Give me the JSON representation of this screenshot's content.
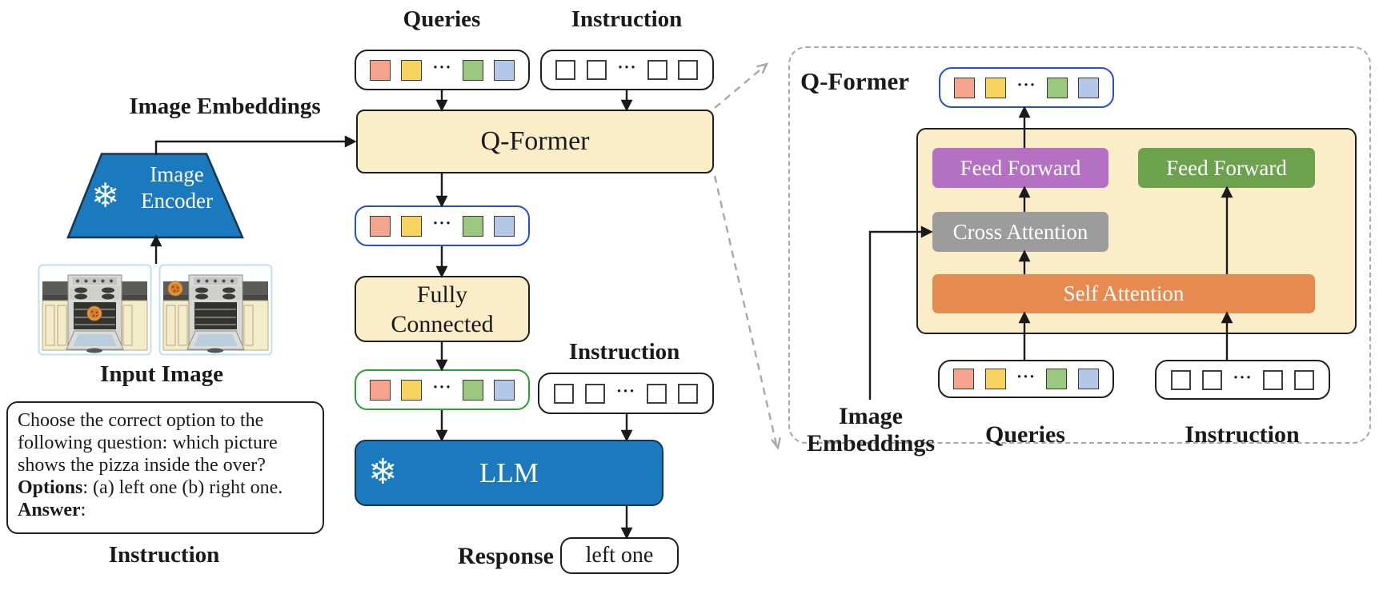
{
  "dots": "···",
  "frozen_icon": "❄",
  "colors": {
    "brand_blue": "#1b7abe",
    "beige": "#faedc8",
    "purple": "#b470c2",
    "green_block": "#6ca24d",
    "gray_block": "#9c9c9c",
    "orange_block": "#e68a50",
    "token_salmon": "#f6a38d",
    "token_yellow": "#f7d35f",
    "token_green": "#9bc87f",
    "token_blue": "#b3c8e8",
    "outline_blue": "#2451d4",
    "outline_green": "#2f9e33",
    "dash_gray": "#a8a8a8"
  },
  "left": {
    "image_embeddings_label": "Image Embeddings",
    "encoder": {
      "line1": "Image",
      "line2": "Encoder"
    },
    "input_image_label": "Input Image",
    "instruction_box": {
      "line1": "Choose the correct option to the",
      "line2": "following question: which picture",
      "line3": "shows the pizza inside the over?",
      "options_bold": "Options",
      "options_rest": ": (a) left one (b) right one.",
      "answer_bold": "Answer",
      "answer_rest": ":"
    },
    "instruction_label": "Instruction"
  },
  "middle": {
    "queries_label": "Queries",
    "instruction_label_top": "Instruction",
    "qformer_label": "Q-Former",
    "fully_connected_line1": "Fully",
    "fully_connected_line2": "Connected",
    "instruction_label_mid": "Instruction",
    "llm_label": "LLM",
    "response_label": "Response",
    "response_value": "left one"
  },
  "right": {
    "panel_title": "Q-Former",
    "feed_forward_left": "Feed Forward",
    "feed_forward_right": "Feed Forward",
    "cross_attention": "Cross Attention",
    "self_attention": "Self Attention",
    "image_embeddings_line1": "Image",
    "image_embeddings_line2": "Embeddings",
    "queries_label": "Queries",
    "instruction_label": "Instruction"
  }
}
